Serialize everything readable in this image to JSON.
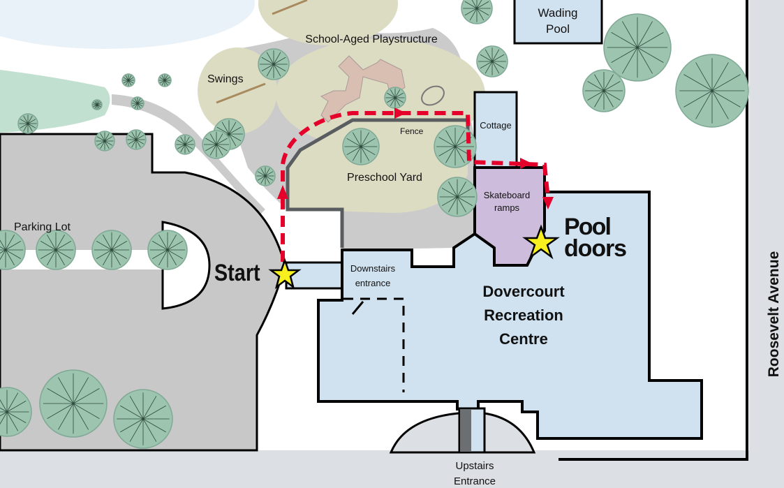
{
  "map": {
    "labels": {
      "wading_pool_line1": "Wading",
      "wading_pool_line2": "Pool",
      "playstructure": "School-Aged Playstructure",
      "swings": "Swings",
      "fence": "Fence",
      "cottage": "Cottage",
      "preschool_yard": "Preschool Yard",
      "skateboard_line1": "Skateboard",
      "skateboard_line2": "ramps",
      "parking_lot": "Parking Lot",
      "start": "Start",
      "pool_doors_line1": "Pool",
      "pool_doors_line2": "doors",
      "downstairs_line1": "Downstairs",
      "downstairs_line2": "entrance",
      "centre_line1": "Dovercourt",
      "centre_line2": "Recreation",
      "centre_line3": "Centre",
      "street": "Roosevelt Avenue",
      "upstairs_line1": "Upstairs",
      "upstairs_line2": "Entrance"
    },
    "colors": {
      "building": "#d0e2f0",
      "skateboard": "#cdbcdc",
      "route": "#e4002b",
      "star": "#f7f01e",
      "parking": "#c8c8c8",
      "yard": "#dcdcc3",
      "tree": "#9cc4ae"
    }
  }
}
